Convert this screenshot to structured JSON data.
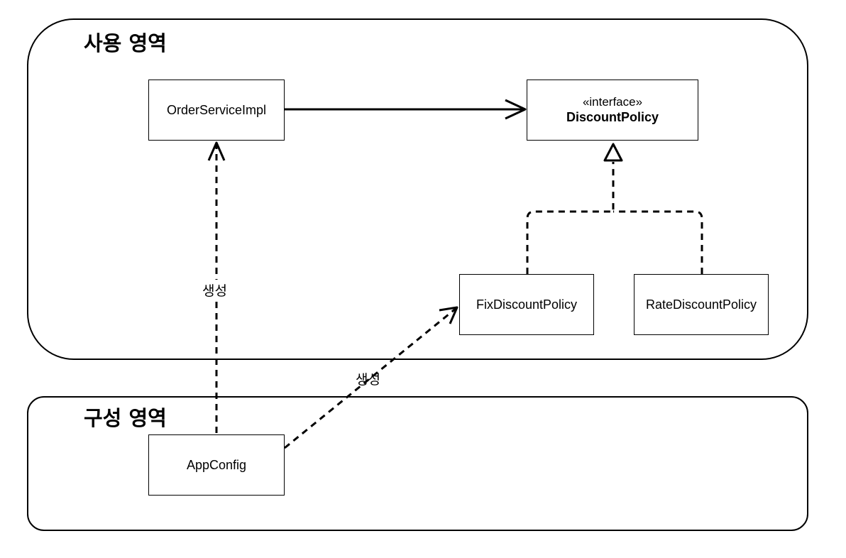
{
  "regions": {
    "usage": {
      "title": "사용 영역"
    },
    "config": {
      "title": "구성 영역"
    }
  },
  "classes": {
    "order_service_impl": {
      "name": "OrderServiceImpl"
    },
    "discount_policy": {
      "stereotype": "«interface»",
      "name": "DiscountPolicy"
    },
    "fix_discount_policy": {
      "name": "FixDiscountPolicy"
    },
    "rate_discount_policy": {
      "name": "RateDiscountPolicy"
    },
    "app_config": {
      "name": "AppConfig"
    }
  },
  "edges": {
    "create_order": {
      "label": "생성"
    },
    "create_fix": {
      "label": "생성"
    }
  }
}
